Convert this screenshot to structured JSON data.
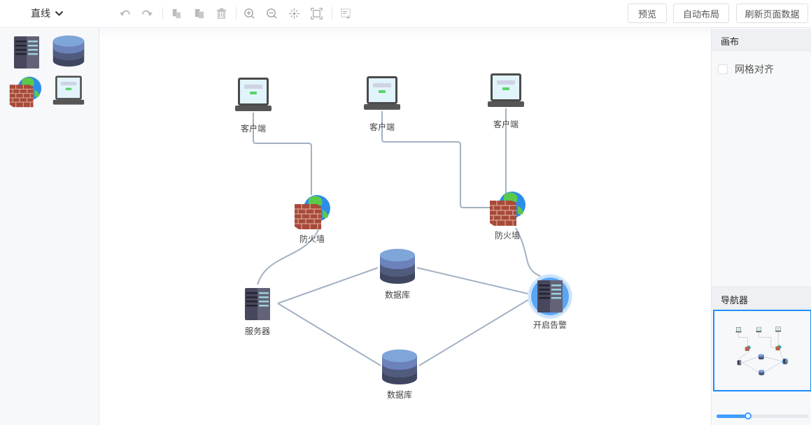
{
  "toolbar": {
    "line_type": "直线",
    "icons": [
      "undo-icon",
      "redo-icon",
      "copy-icon",
      "paste-icon",
      "delete-icon",
      "zoom-in-icon",
      "zoom-out-icon",
      "fit-center-icon",
      "fit-screen-icon",
      "multi-select-icon"
    ],
    "buttons": {
      "preview": "预览",
      "auto_layout": "自动布局",
      "refresh": "刷新页面数据"
    }
  },
  "stencil": {
    "items": [
      "server",
      "database",
      "firewall",
      "client"
    ]
  },
  "graph": {
    "nodes": [
      {
        "id": "client1",
        "type": "client",
        "label": "客户端"
      },
      {
        "id": "client2",
        "type": "client",
        "label": "客户端"
      },
      {
        "id": "client3",
        "type": "client",
        "label": "客户端"
      },
      {
        "id": "firewall1",
        "type": "firewall",
        "label": "防火墙"
      },
      {
        "id": "firewall2",
        "type": "firewall",
        "label": "防火墙"
      },
      {
        "id": "server1",
        "type": "server",
        "label": "服务器"
      },
      {
        "id": "db1",
        "type": "database",
        "label": "数据库"
      },
      {
        "id": "db2",
        "type": "database",
        "label": "数据库"
      },
      {
        "id": "server2",
        "type": "server",
        "label": "开启告警",
        "alert": true
      }
    ],
    "edges": [
      {
        "from": "client1",
        "to": "firewall1"
      },
      {
        "from": "client2",
        "to": "firewall2"
      },
      {
        "from": "client3",
        "to": "firewall2"
      },
      {
        "from": "firewall1",
        "to": "server1"
      },
      {
        "from": "firewall2",
        "to": "server2"
      },
      {
        "from": "server1",
        "to": "db1"
      },
      {
        "from": "server1",
        "to": "db2"
      },
      {
        "from": "db1",
        "to": "server2"
      },
      {
        "from": "db2",
        "to": "server2"
      }
    ],
    "colors": {
      "edge": "#a2b1c3",
      "alert_halo": "#5aa6f5"
    }
  },
  "right_panel": {
    "canvas_title": "画布",
    "grid_align_label": "网格对齐",
    "grid_align_checked": false,
    "navigator_title": "导航器",
    "zoom_fraction": 0.34
  }
}
